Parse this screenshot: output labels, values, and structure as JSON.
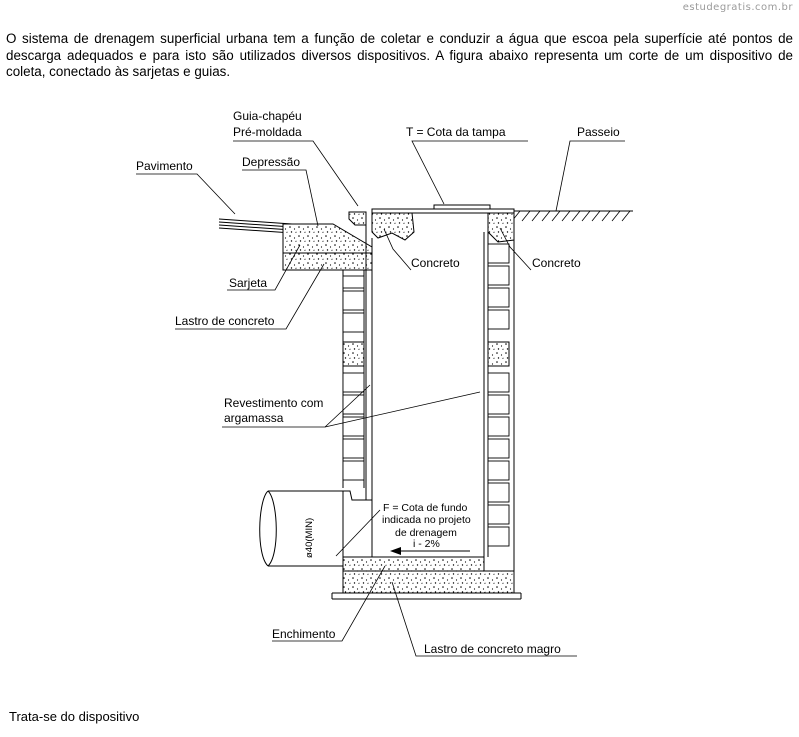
{
  "watermark": "estudegratis.com.br",
  "question": {
    "text": "O sistema de drenagem superficial urbana tem a função de coletar e conduzir a água que escoa pela superfície até pontos de descarga adequados e para isto são utilizados diversos dispositivos. A figura abaixo representa um corte de um dispositivo de coleta, conectado às sarjetas e guias."
  },
  "diagram": {
    "labels": {
      "guia_chapeu": "Guia-chapéu",
      "pre_moldada": "Pré-moldada",
      "cota_tampa": "T = Cota da tampa",
      "passeio": "Passeio",
      "pavimento": "Pavimento",
      "depressao": "Depressão",
      "concreto_left": "Concreto",
      "concreto_right": "Concreto",
      "sarjeta": "Sarjeta",
      "lastro_concreto": "Lastro de concreto",
      "revestimento_1": "Revestimento com",
      "revestimento_2": "argamassa",
      "cota_fundo_1": "F = Cota de fundo",
      "cota_fundo_2": "indicada no projeto",
      "cota_fundo_3": "de drenagem",
      "declividade": "i - 2%",
      "diametro": "ø40(MIN)",
      "enchimento": "Enchimento",
      "lastro_magro": "Lastro de concreto magro"
    }
  },
  "footer": {
    "text": "Trata-se do dispositivo"
  }
}
